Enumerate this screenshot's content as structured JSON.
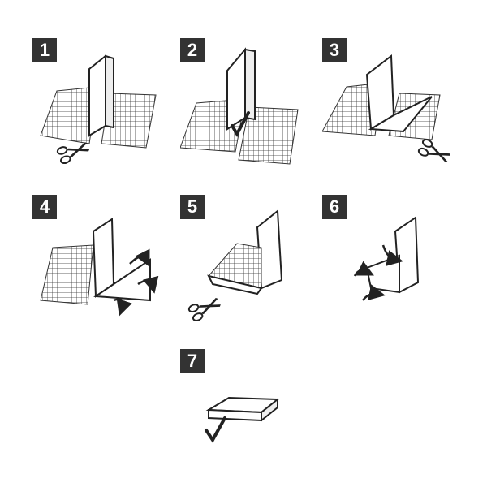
{
  "steps": [
    {
      "number": "1",
      "action": "cut",
      "tool": "scissors-icon"
    },
    {
      "number": "2",
      "action": "check",
      "tool": "check-icon"
    },
    {
      "number": "3",
      "action": "cut",
      "tool": "scissors-icon"
    },
    {
      "number": "4",
      "action": "fold",
      "tool": "arrow-icon"
    },
    {
      "number": "5",
      "action": "cut",
      "tool": "scissors-icon"
    },
    {
      "number": "6",
      "action": "fold",
      "tool": "arrow-icon"
    },
    {
      "number": "7",
      "action": "done",
      "tool": "check-icon"
    }
  ],
  "colors": {
    "badge": "#333333",
    "badge_text": "#ffffff",
    "line": "#222222",
    "grid": "#333333"
  }
}
